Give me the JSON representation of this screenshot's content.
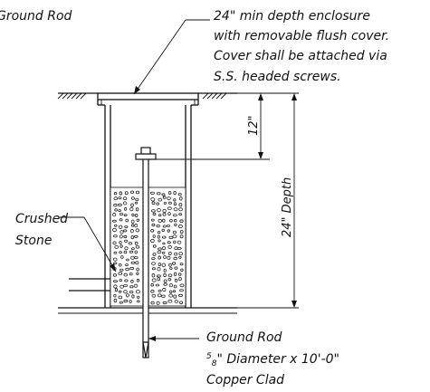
{
  "labels": {
    "ground_rod_top": "Ground Rod",
    "enclosure_line1": "24\" min depth enclosure",
    "enclosure_line2": "with removable flush cover.",
    "enclosure_line3": "Cover shall be attached via",
    "enclosure_line4": "S.S. headed screws.",
    "crushed_line1": "Crushed",
    "crushed_line2": "Stone",
    "ground_rod_bottom": "Ground Rod",
    "diameter_num": "5",
    "diameter_den": "8",
    "diameter_rest": "\" Diameter x 10'-0\"",
    "copper": "Copper Clad"
  },
  "dimensions": {
    "rod_depth": "12\"",
    "enclosure_depth": "24\" Depth"
  }
}
